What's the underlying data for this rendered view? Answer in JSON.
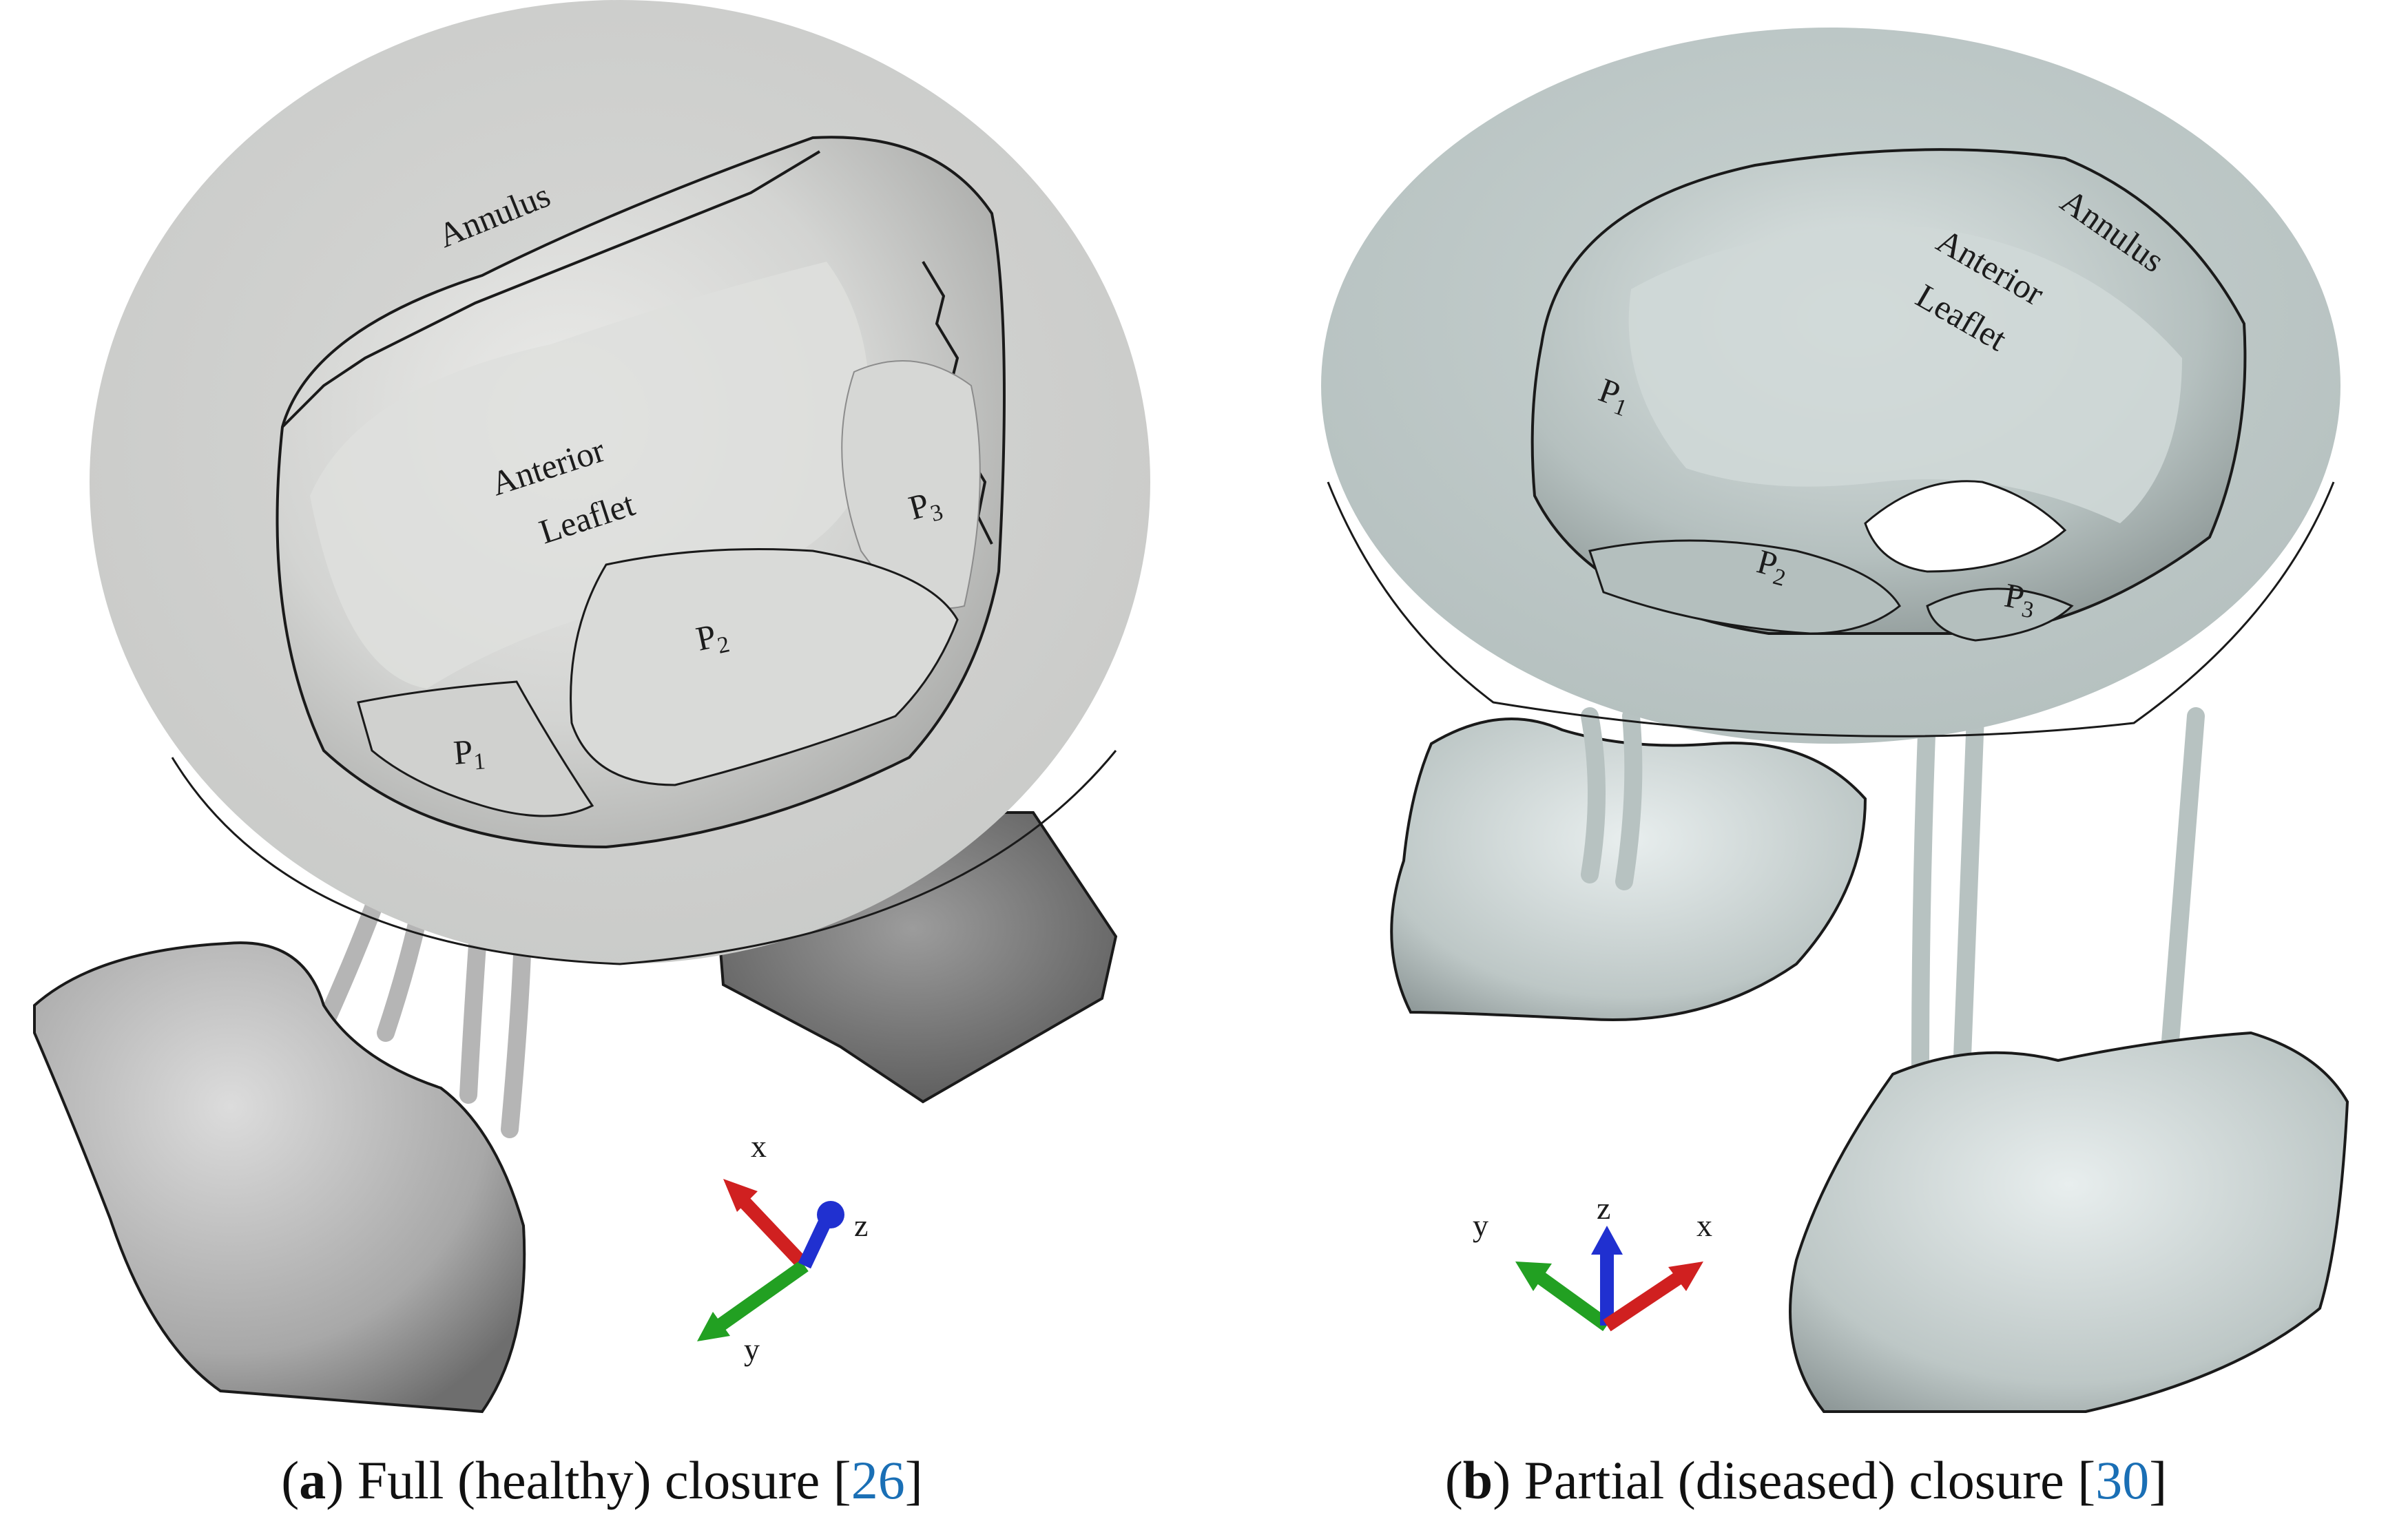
{
  "panel_a": {
    "labels": {
      "annulus": "Annulus",
      "anterior": "Anterior",
      "leaflet": "Leaflet",
      "p1_base": "P",
      "p1_sub": "1",
      "p2_base": "P",
      "p2_sub": "2",
      "p3_base": "P",
      "p3_sub": "3"
    },
    "axes": {
      "x": "x",
      "y": "y",
      "z": "z"
    },
    "caption": {
      "open_paren": "(",
      "letter": "a",
      "close_paren": ")",
      "text": " Full (healthy) closure [",
      "ref": "26",
      "end": "]"
    }
  },
  "panel_b": {
    "labels": {
      "annulus": "Annulus",
      "anterior": "Anterior",
      "leaflet": "Leaflet",
      "p1_base": "P",
      "p1_sub": "1",
      "p2_base": "P",
      "p2_sub": "2",
      "p3_base": "P",
      "p3_sub": "3"
    },
    "axes": {
      "x": "x",
      "y": "y",
      "z": "z"
    },
    "caption": {
      "open_paren": "(",
      "letter": "b",
      "close_paren": ")",
      "text": " Partial (diseased) closure [",
      "ref": "30",
      "end": "]"
    }
  },
  "colors": {
    "healthy_surface": "#d2d3d1",
    "diseased_surface": "#c2cdcc",
    "axis_x": "#d02020",
    "axis_y": "#22a022",
    "axis_z": "#2030d0",
    "citation": "#1a6fb5"
  }
}
